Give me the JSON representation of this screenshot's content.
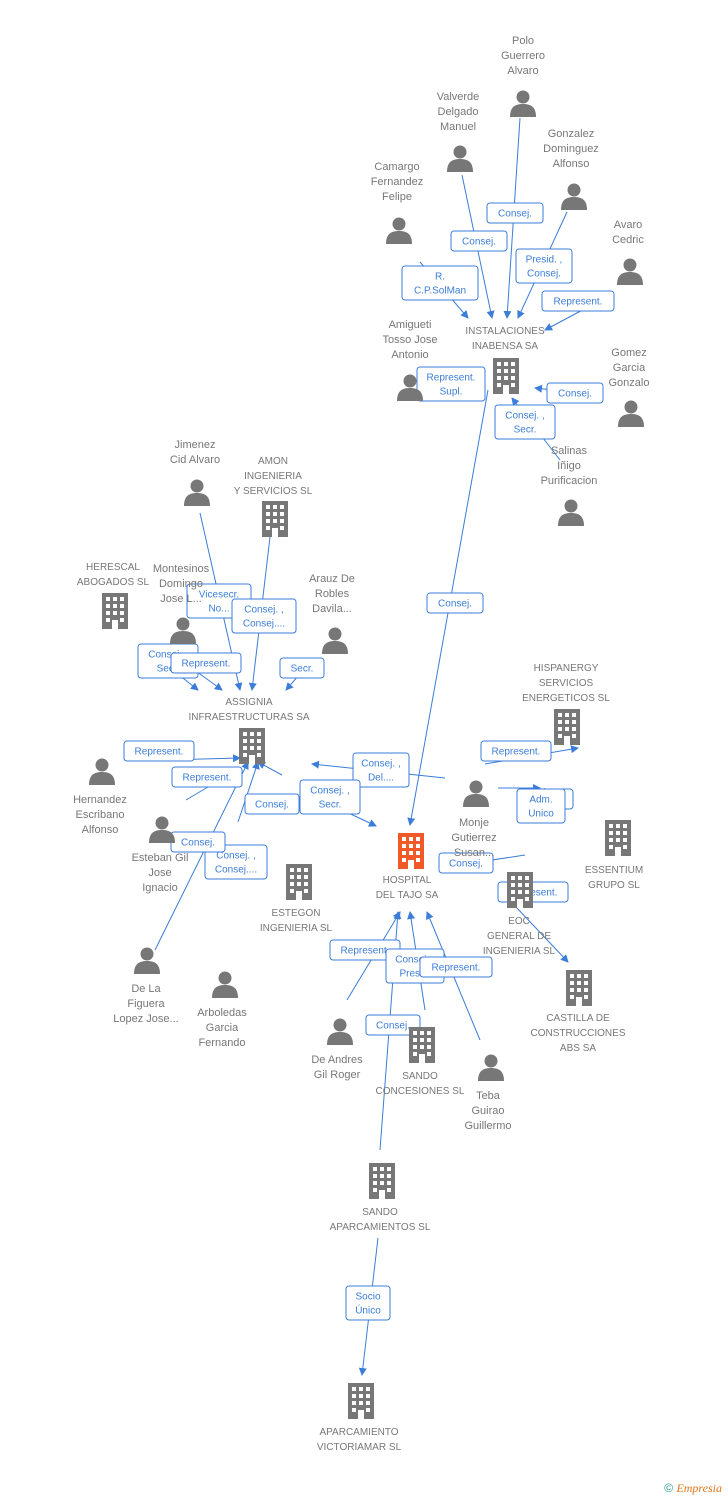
{
  "colors": {
    "edge": "#3b7dd8",
    "node": "#777777",
    "focus": "#f05a28"
  },
  "nodes": [
    {
      "id": "polo",
      "type": "person",
      "lines": [
        "Polo",
        "Guerrero",
        "Alvaro"
      ]
    },
    {
      "id": "valverde",
      "type": "person",
      "lines": [
        "Valverde",
        "Delgado",
        "Manuel"
      ]
    },
    {
      "id": "gonzalez",
      "type": "person",
      "lines": [
        "Gonzalez",
        "Dominguez",
        "Alfonso"
      ]
    },
    {
      "id": "camargo",
      "type": "person",
      "lines": [
        "Camargo",
        "Fernandez",
        "Felipe"
      ]
    },
    {
      "id": "avaro",
      "type": "person",
      "lines": [
        "Avaro",
        "Cedric"
      ]
    },
    {
      "id": "amigueti",
      "type": "person",
      "lines": [
        "Amigueti",
        "Tosso Jose",
        "Antonio"
      ]
    },
    {
      "id": "instalaciones",
      "type": "company",
      "lines": [
        "INSTALACIONES",
        "INABENSA SA"
      ]
    },
    {
      "id": "gomez",
      "type": "person",
      "lines": [
        "Gomez",
        "Garcia",
        "Gonzalo"
      ]
    },
    {
      "id": "salinas",
      "type": "person",
      "lines": [
        "Salinas",
        "Iñigo",
        "Purificacion"
      ]
    },
    {
      "id": "jimenez",
      "type": "person",
      "lines": [
        "Jimenez",
        "Cid Alvaro"
      ]
    },
    {
      "id": "amon",
      "type": "company",
      "lines": [
        "AMON",
        "INGENIERIA",
        "Y SERVICIOS SL"
      ]
    },
    {
      "id": "herescal",
      "type": "company",
      "lines": [
        "HERESCAL",
        "ABOGADOS SL"
      ]
    },
    {
      "id": "montesinos",
      "type": "person",
      "lines": [
        "Montesinos",
        "Domingo",
        "Jose L..."
      ]
    },
    {
      "id": "arauz",
      "type": "person",
      "lines": [
        "Arauz De",
        "Robles",
        "Davila..."
      ]
    },
    {
      "id": "hispanergy",
      "type": "company",
      "lines": [
        "HISPANERGY",
        "SERVICIOS",
        "ENERGETICOS SL"
      ]
    },
    {
      "id": "assignia",
      "type": "company",
      "lines": [
        "ASSIGNIA",
        "INFRAESTRUCTURAS SA"
      ]
    },
    {
      "id": "hernandez",
      "type": "person",
      "lines": [
        "Hernandez",
        "Escribano",
        "Alfonso"
      ]
    },
    {
      "id": "monje",
      "type": "person",
      "lines": [
        "Monje",
        "Gutierrez",
        "Susan..."
      ]
    },
    {
      "id": "essentium",
      "type": "company",
      "lines": [
        "ESSENTIUM",
        "GRUPO SL"
      ]
    },
    {
      "id": "esteban",
      "type": "person",
      "lines": [
        "Esteban Gil",
        "Jose",
        "Ignacio"
      ]
    },
    {
      "id": "hospital",
      "type": "focus",
      "lines": [
        "HOSPITAL",
        "DEL TAJO SA"
      ]
    },
    {
      "id": "estegon",
      "type": "company",
      "lines": [
        "ESTEGON",
        "INGENIERIA SL"
      ]
    },
    {
      "id": "eoc",
      "type": "company",
      "lines": [
        "EOC",
        "GENERAL DE",
        "INGENIERIA SL"
      ]
    },
    {
      "id": "delafiguera",
      "type": "person",
      "lines": [
        "De La",
        "Figuera",
        "Lopez Jose..."
      ]
    },
    {
      "id": "arboledas",
      "type": "person",
      "lines": [
        "Arboledas",
        "Garcia",
        "Fernando"
      ]
    },
    {
      "id": "castilla",
      "type": "company",
      "lines": [
        "CASTILLA DE",
        "CONSTRUCCIONES",
        "ABS SA"
      ]
    },
    {
      "id": "deandres",
      "type": "person",
      "lines": [
        "De Andres",
        "Gil Roger"
      ]
    },
    {
      "id": "sandoconc",
      "type": "company",
      "lines": [
        "SANDO",
        "CONCESIONES SL"
      ]
    },
    {
      "id": "teba",
      "type": "person",
      "lines": [
        "Teba",
        "Guirao",
        "Guillermo"
      ]
    },
    {
      "id": "sandoapar",
      "type": "company",
      "lines": [
        "SANDO",
        "APARCAMIENTOS SL"
      ]
    },
    {
      "id": "aparcamiento",
      "type": "company",
      "lines": [
        "APARCAMIENTO",
        "VICTORIAMAR SL"
      ]
    }
  ],
  "edges": [
    {
      "id": "e1",
      "label": [
        "Consej."
      ]
    },
    {
      "id": "e2",
      "label": [
        "Consej."
      ]
    },
    {
      "id": "e3",
      "label": [
        "Presid. ,",
        "Consej."
      ]
    },
    {
      "id": "e4",
      "label": [
        "R.",
        "C.P.SolMan"
      ]
    },
    {
      "id": "e5",
      "label": [
        "Represent."
      ]
    },
    {
      "id": "e6",
      "label": [
        "Represent.",
        "Supl."
      ]
    },
    {
      "id": "e7",
      "label": [
        "Consej."
      ]
    },
    {
      "id": "e8",
      "label": [
        "Consej. ,",
        "Secr."
      ]
    },
    {
      "id": "e9",
      "label": [
        "Consej."
      ]
    },
    {
      "id": "e10",
      "label": [
        "Vicesecr.",
        "No..."
      ]
    },
    {
      "id": "e11",
      "label": [
        "Consej. ,",
        "Consej...."
      ]
    },
    {
      "id": "e12",
      "label": [
        "Consej. ,",
        "Secr."
      ]
    },
    {
      "id": "e13",
      "label": [
        "Represent."
      ]
    },
    {
      "id": "e14",
      "label": [
        "Secr."
      ]
    },
    {
      "id": "e15",
      "label": [
        "Represent."
      ]
    },
    {
      "id": "e16",
      "label": [
        "Represent."
      ]
    },
    {
      "id": "e17",
      "label": [
        "Consej. ,",
        "Del...."
      ]
    },
    {
      "id": "e18",
      "label": [
        "Consej. ,",
        "Secr."
      ]
    },
    {
      "id": "e19",
      "label": [
        "Consej."
      ]
    },
    {
      "id": "e20",
      "label": [
        "Represent."
      ]
    },
    {
      "id": "e21",
      "label": [
        "Adm.",
        "Unico"
      ]
    },
    {
      "id": "e22",
      "label": [
        "Adm.",
        "Unico"
      ]
    },
    {
      "id": "e23",
      "label": [
        "Consej."
      ]
    },
    {
      "id": "e24",
      "label": [
        "Consej. ,",
        "Consej...."
      ]
    },
    {
      "id": "e25",
      "label": [
        "Consej."
      ]
    },
    {
      "id": "e26",
      "label": [
        "Represent."
      ]
    },
    {
      "id": "e27",
      "label": [
        "Represent."
      ]
    },
    {
      "id": "e28",
      "label": [
        "Consej. ,",
        "Presid."
      ]
    },
    {
      "id": "e29",
      "label": [
        "Represent."
      ]
    },
    {
      "id": "e30",
      "label": [
        "Consej."
      ]
    },
    {
      "id": "e31",
      "label": [
        "Socio",
        "Único"
      ]
    }
  ],
  "footer": {
    "copyright": "©",
    "brand": "Empresia"
  }
}
